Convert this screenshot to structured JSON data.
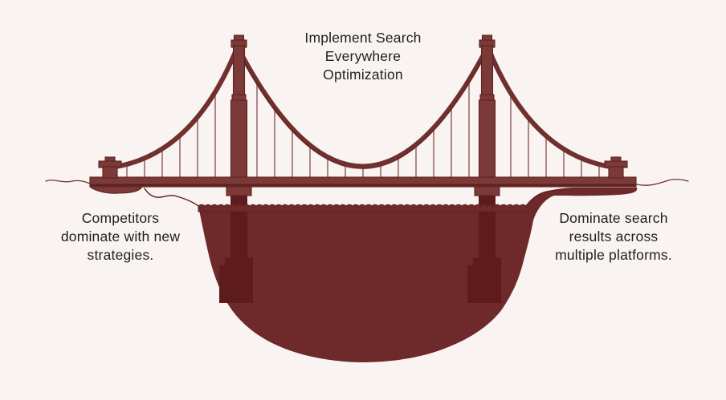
{
  "colors": {
    "background": "#f9f4f1",
    "bridge": "#7b3a38",
    "bridgeDark": "#5d2120",
    "cable": "#703030",
    "water": "#6e2a2a",
    "pier": "#5e1b1b",
    "suspender": "#9b6b6b",
    "text": "#1f1f1f"
  },
  "labels": {
    "headline": {
      "lines": [
        "Implement Search",
        "Everywhere",
        "Optimization"
      ]
    },
    "left": {
      "lines": [
        "Competitors",
        "dominate with new",
        "strategies."
      ]
    },
    "right": {
      "lines": [
        "Dominate search",
        "results across",
        "multiple platforms."
      ]
    }
  },
  "icons": {
    "illustration": "suspension-bridge-over-pit"
  }
}
